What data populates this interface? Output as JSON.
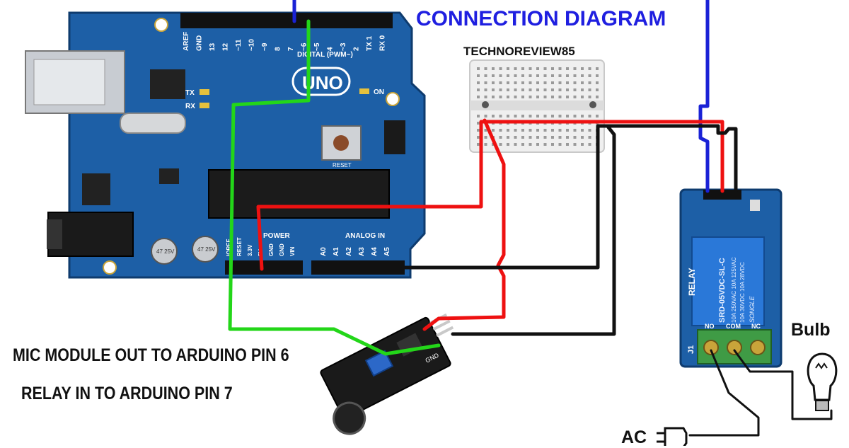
{
  "title": "CONNECTION DIAGRAM",
  "author": "TECHNOREVIEW85",
  "notes": {
    "mic": "MIC MODULE OUT TO ARDUINO PIN 6",
    "relay": "RELAY IN TO ARDUINO PIN 7"
  },
  "labels": {
    "bulb": "Bulb",
    "ac": "AC"
  },
  "arduino": {
    "model": "UNO",
    "digital_header": "DIGITAL (PWM~)",
    "pins_top": [
      "AREF",
      "GND",
      "13",
      "12",
      "~11",
      "~10",
      "~9",
      "8",
      "7",
      "~6",
      "~5",
      "4",
      "~3",
      "2",
      "TX 1",
      "RX 0"
    ],
    "power_header": "POWER",
    "pins_power": [
      "IOREF",
      "RESET",
      "3.3V",
      "5V",
      "GND",
      "GND",
      "VIN"
    ],
    "analog_header": "ANALOG IN",
    "pins_analog": [
      "A0",
      "A1",
      "A2",
      "A3",
      "A4",
      "A5"
    ],
    "reset_label": "RESET",
    "tx_label": "TX",
    "rx_label": "RX",
    "on_label": "ON",
    "cap_label": "47 25V"
  },
  "relay_module": {
    "side_label": "RELAY",
    "terminal_labels": [
      "NO",
      "COM",
      "NC"
    ],
    "j1_label": "J1",
    "relay_marking": [
      "SRD-05VDC-SL-C",
      "10A 250VAC  10A 125VAC",
      "10A 30VDC  10A 28VDC",
      "SONGLE"
    ]
  },
  "mic_module": {
    "gnd_label": "GND"
  },
  "colors": {
    "title": "#1f1fe0",
    "board_blue": "#1d5fa6",
    "wire_blue": "#1a22d6",
    "wire_red": "#ee1111",
    "wire_green": "#23d619",
    "wire_black": "#111111",
    "terminal_green": "#3f9b45"
  }
}
